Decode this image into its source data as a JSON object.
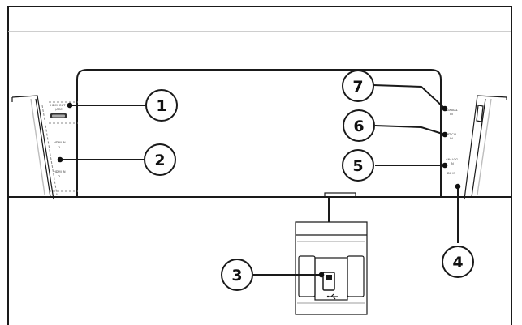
{
  "port_labels": {
    "hdmi_out": "HDMI OUT",
    "hdmi_out_sub": "(ARC)",
    "hdmi_in_1": "HDMI IN",
    "hdmi_in_1_num": "1",
    "hdmi_in_2": "HDMI IN",
    "hdmi_in_2_num": "2",
    "coaxial": "COAXIAL",
    "coaxial_sub": "IN",
    "optical": "OPTICAL",
    "optical_sub": "IN",
    "analog": "ANALOG",
    "analog_sub": "IN",
    "dc_in": "DC IN"
  },
  "callouts": [
    {
      "id": "hdmi-out-arc",
      "number": "1"
    },
    {
      "id": "hdmi-in",
      "number": "2"
    },
    {
      "id": "usb-port",
      "number": "3"
    },
    {
      "id": "dc-in",
      "number": "4"
    },
    {
      "id": "analog-in",
      "number": "5"
    },
    {
      "id": "optical-in",
      "number": "6"
    },
    {
      "id": "coaxial-in",
      "number": "7"
    }
  ],
  "colors": {
    "line": "#1a1a1a",
    "faint": "#bdbdbd",
    "background": "#ffffff"
  },
  "icons": {
    "usb": "usb-icon"
  }
}
